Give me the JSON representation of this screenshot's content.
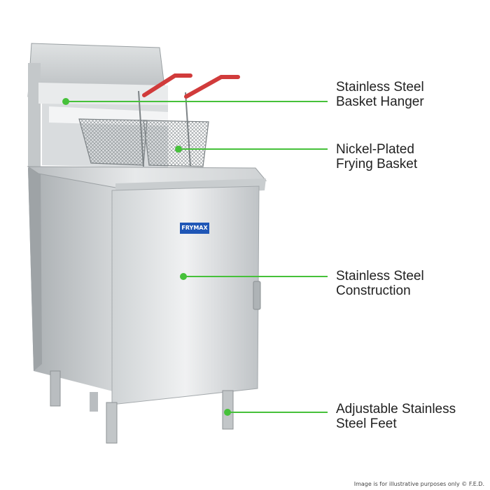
{
  "product": {
    "brand_label": "FRYMAX",
    "features": [
      {
        "label": "Stainless Steel\nBasket Hanger"
      },
      {
        "label": "Nickel-Plated\nFrying Basket"
      },
      {
        "label": "Stainless Steel\nConstruction"
      },
      {
        "label": "Adjustable Stainless\nSteel Feet"
      }
    ]
  },
  "footer": {
    "note": "Image is for illustrative purposes only  © F.E.D."
  },
  "colors": {
    "accent": "#46c13a",
    "badge": "#1f56b6"
  }
}
